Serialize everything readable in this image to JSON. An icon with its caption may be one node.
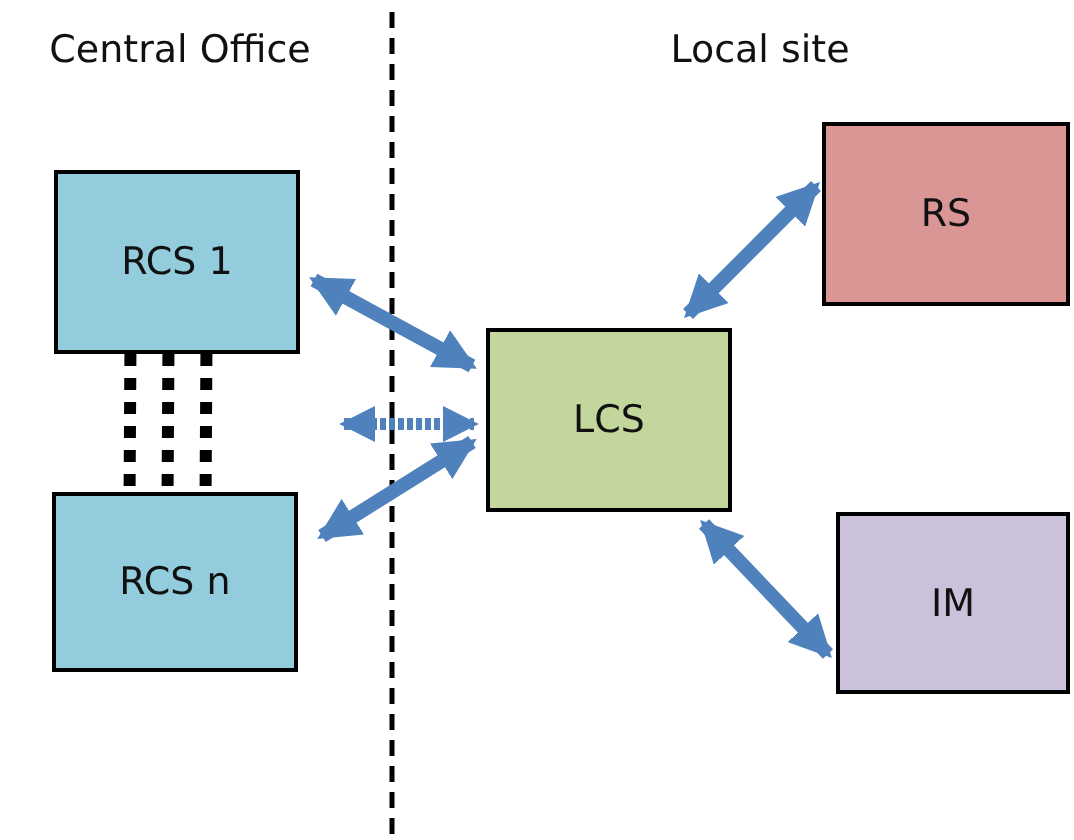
{
  "diagram": {
    "nodes": [
      {
        "text": [
          "RCS 1"
        ]
      },
      {
        "text": [
          "RCS n"
        ]
      },
      {
        "text": [
          "LCS"
        ]
      },
      {
        "text": [
          "RS"
        ]
      },
      {
        "text": [
          "IM"
        ]
      }
    ],
    "edges": [
      {
        "from": 0,
        "to": 2,
        "arrow": "both"
      },
      {
        "from": 1,
        "to": 2,
        "arrow": "both"
      },
      {
        "from": null,
        "to": 2,
        "arrow": "both",
        "style": "dashed"
      },
      {
        "from": 2,
        "to": 3,
        "arrow": "both"
      },
      {
        "from": 2,
        "to": 4,
        "arrow": "both"
      },
      {
        "from": 0,
        "to": 1,
        "arrow": "none",
        "style": "dashed",
        "color": "#000000"
      },
      {
        "from": 0,
        "to": 1,
        "arrow": "none",
        "style": "dashed",
        "color": "#000000"
      },
      {
        "from": 0,
        "to": 1,
        "arrow": "none",
        "style": "dashed",
        "color": "#000000"
      }
    ],
    "labels": [
      "Central Office",
      "Local site"
    ]
  }
}
